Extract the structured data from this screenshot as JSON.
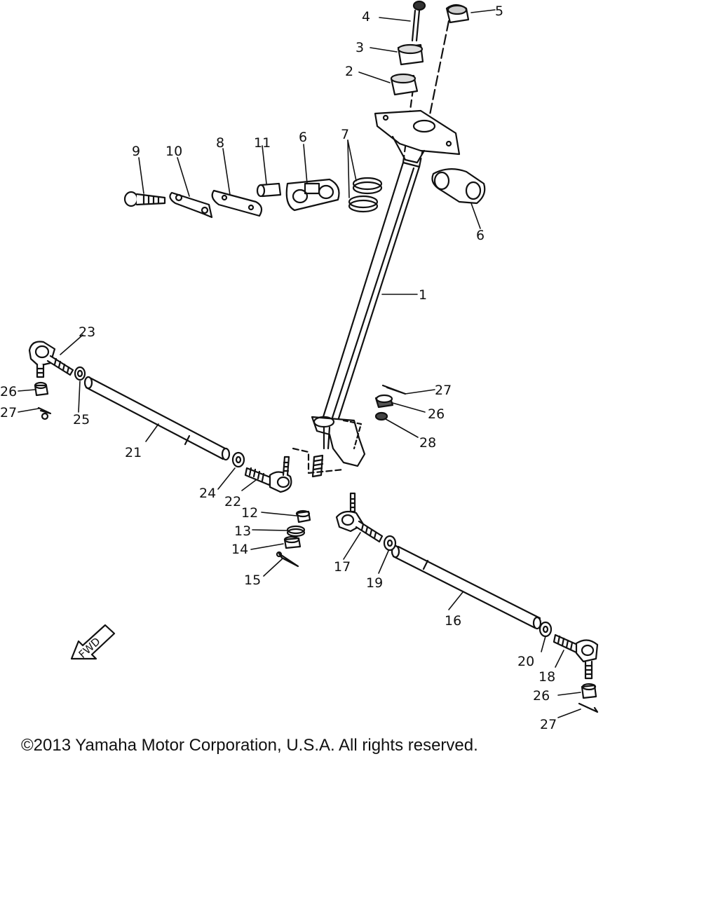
{
  "diagram": {
    "callouts": {
      "c1": "1",
      "c2": "2",
      "c3": "3",
      "c4": "4",
      "c5": "5",
      "c6a": "6",
      "c6b": "6",
      "c7": "7",
      "c8": "8",
      "c9": "9",
      "c10": "10",
      "c11": "11",
      "c12": "12",
      "c13": "13",
      "c14": "14",
      "c15": "15",
      "c16": "16",
      "c17": "17",
      "c18": "18",
      "c19": "19",
      "c20": "20",
      "c21": "21",
      "c22": "22",
      "c23": "23",
      "c24": "24",
      "c25": "25",
      "c26a": "26",
      "c26b": "26",
      "c26c": "26",
      "c27a": "27",
      "c27b": "27",
      "c27c": "27",
      "c28": "28"
    },
    "fwd_label": "FWD"
  },
  "copyright": "©2013 Yamaha Motor Corporation, U.S.A. All rights reserved."
}
